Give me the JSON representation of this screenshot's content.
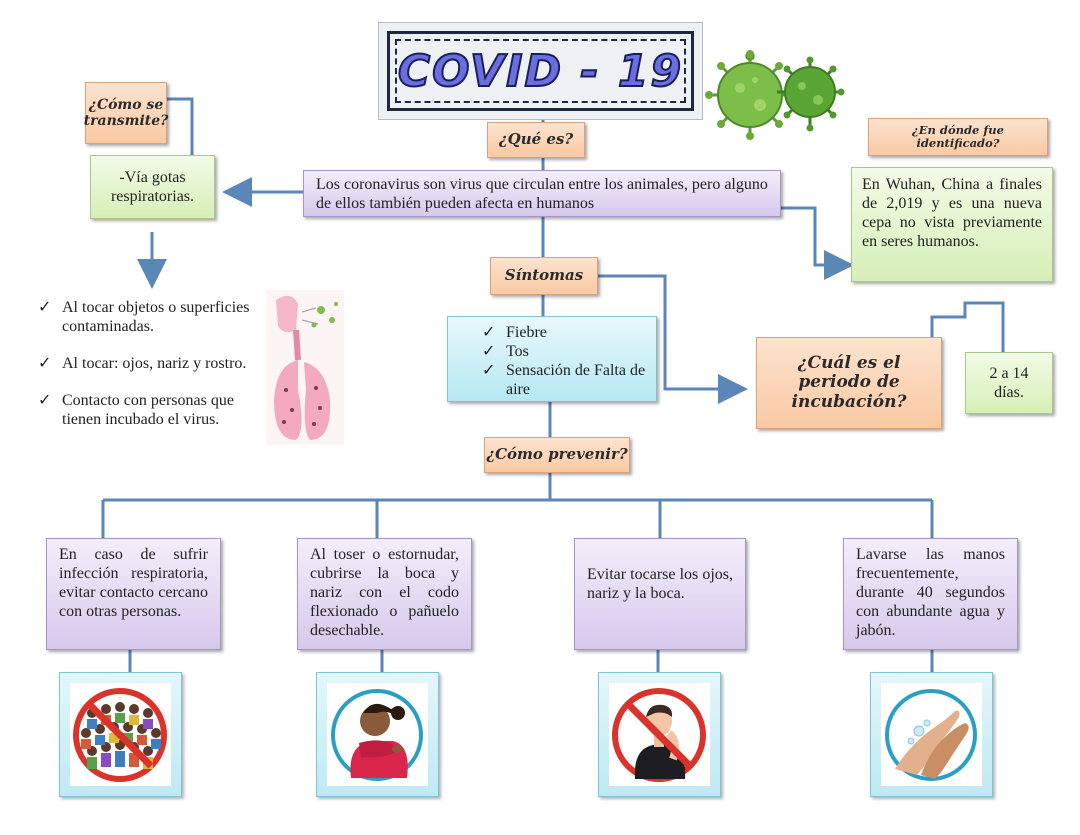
{
  "title": "COVID - 19",
  "que_es": {
    "label": "¿Qué es?",
    "text": "Los coronavirus son virus que circulan entre los animales, pero alguno de ellos también pueden afecta en humanos"
  },
  "transmision": {
    "label": "¿Cómo se transmite?",
    "text": "-Vía gotas respiratorias.",
    "items": [
      "Al tocar objetos o superficies contaminadas.",
      "Al tocar: ojos, nariz y rostro.",
      "Contacto con personas que tienen incubado el virus."
    ]
  },
  "identificado": {
    "label": "¿En dónde fue identificado?",
    "text": "En Wuhan, China a finales de 2,019 y es una nueva cepa no vista previamente en seres humanos."
  },
  "sintomas": {
    "label": "Síntomas",
    "items": [
      "Fiebre",
      "Tos",
      "Sensación de Falta de aire"
    ]
  },
  "incubacion": {
    "label": "¿Cuál es el periodo de incubación?",
    "value": "2 a 14 días."
  },
  "prevenir": {
    "label": "¿Cómo prevenir?",
    "items": [
      "En caso de sufrir infección respiratoria, evitar contacto cercano con otras personas.",
      "Al toser o estornudar, cubrirse la boca y nariz con el codo flexionado o pañuelo desechable.",
      "Evitar tocarse los ojos, nariz y la boca.",
      "Lavarse las manos frecuentemente, durante 40 segundos con abundante agua y jabón."
    ]
  },
  "icons": {
    "check": "✓",
    "virus": "coronavirus-illustration",
    "lungs": "lungs-illustration",
    "no_crowds": "no-crowd-icon",
    "cough_elbow": "cough-into-elbow-icon",
    "no_touch_face": "no-touch-face-icon",
    "hand_wash": "hand-wash-icon"
  },
  "colors": {
    "arrow": "#5b86b8",
    "orange_box": "#f9c9a3",
    "purple_box": "#d7c9ec",
    "green_box": "#d6efb7",
    "cyan_box": "#b6e8f3",
    "virus_green": "#6aaa3a"
  }
}
